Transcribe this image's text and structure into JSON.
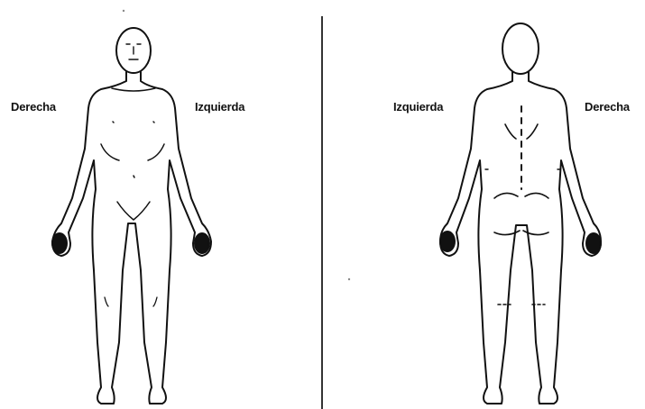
{
  "labels": {
    "front_right": "Derecha",
    "front_left": "Izquierda",
    "back_left": "Izquierda",
    "back_right": "Derecha"
  },
  "colors": {
    "ink": "#111111",
    "background": "#ffffff"
  }
}
